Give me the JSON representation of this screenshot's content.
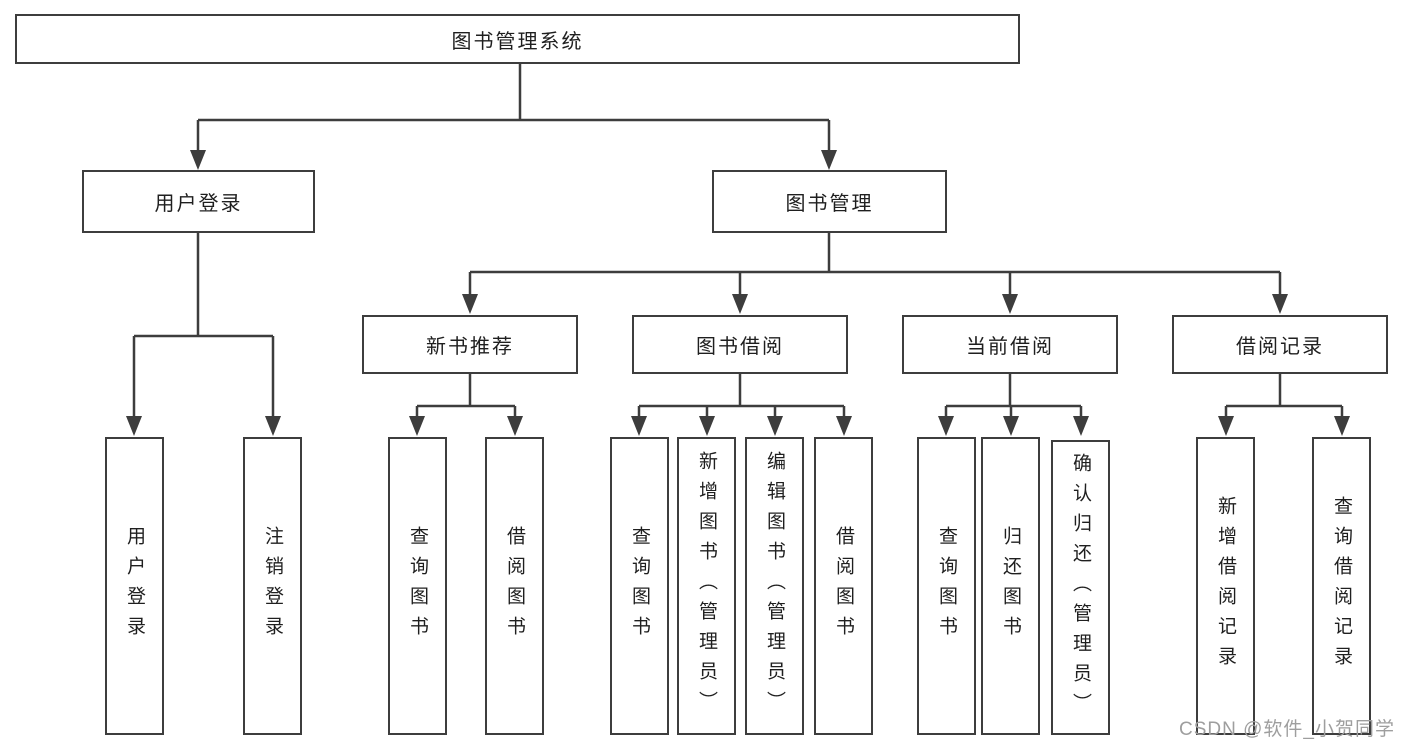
{
  "title": "图书管理系统",
  "watermark": "CSDN @软件_小贺同学",
  "colors": {
    "line": "#3d3d3d",
    "text": "#1f1f1f",
    "background": "#ffffff",
    "watermark": "#9e9e9e"
  },
  "nodes": {
    "root": {
      "label": "图书管理系统"
    },
    "level2": [
      {
        "label": "用户登录"
      },
      {
        "label": "图书管理"
      }
    ],
    "level3": [
      {
        "label": "新书推荐",
        "parent": "图书管理"
      },
      {
        "label": "图书借阅",
        "parent": "图书管理"
      },
      {
        "label": "当前借阅",
        "parent": "图书管理"
      },
      {
        "label": "借阅记录",
        "parent": "图书管理"
      }
    ],
    "leaves": [
      {
        "label": "用户登录",
        "parent": "用户登录"
      },
      {
        "label": "注销登录",
        "parent": "用户登录"
      },
      {
        "label": "查询图书",
        "parent": "新书推荐"
      },
      {
        "label": "借阅图书",
        "parent": "新书推荐"
      },
      {
        "label": "查询图书",
        "parent": "图书借阅"
      },
      {
        "label": "新增图书（管理员）",
        "parent": "图书借阅"
      },
      {
        "label": "编辑图书（管理员）",
        "parent": "图书借阅"
      },
      {
        "label": "借阅图书",
        "parent": "图书借阅"
      },
      {
        "label": "查询图书",
        "parent": "当前借阅"
      },
      {
        "label": "归还图书",
        "parent": "当前借阅"
      },
      {
        "label": "确认归还（管理员）",
        "parent": "当前借阅"
      },
      {
        "label": "新增借阅记录",
        "parent": "借阅记录"
      },
      {
        "label": "查询借阅记录",
        "parent": "借阅记录"
      }
    ]
  }
}
